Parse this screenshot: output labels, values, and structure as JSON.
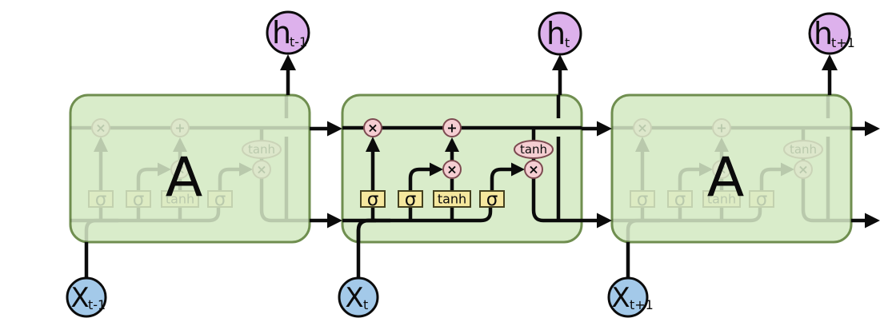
{
  "diagram": {
    "cells": {
      "left_label": "A",
      "right_label": "A"
    },
    "gates": {
      "gate1": "σ",
      "gate2": "σ",
      "gate3": "tanh",
      "gate4": "σ"
    },
    "ops": {
      "multiply": "×",
      "add": "+",
      "tanh": "tanh"
    },
    "outputs": {
      "prev_base": "h",
      "prev_sub": "t-1",
      "curr_base": "h",
      "curr_sub": "t",
      "next_base": "h",
      "next_sub": "t+1"
    },
    "inputs": {
      "prev_base": "X",
      "prev_sub": "t-1",
      "curr_base": "X",
      "curr_sub": "t",
      "next_base": "X",
      "next_sub": "t+1"
    }
  },
  "colors": {
    "line": "#0b0b0b",
    "cell_fill": "#d9ecca",
    "cell_stroke": "#6f8e4f",
    "op_fill": "#f5ced2",
    "op_stroke": "#7c4a50",
    "gate_fill": "#f5e79e",
    "gate_stroke": "#44411f",
    "h_fill": "#ddb1ec",
    "x_fill": "#a3c9e9"
  }
}
